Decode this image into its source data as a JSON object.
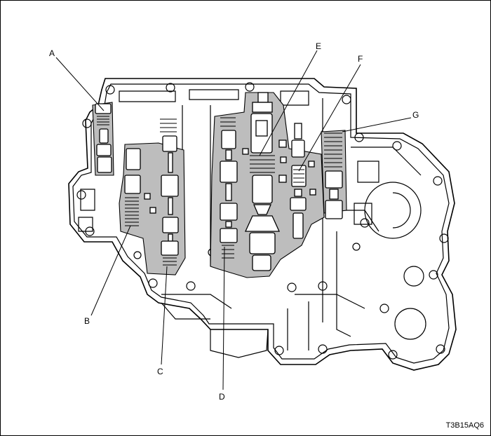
{
  "callouts": {
    "a": "A",
    "b": "B",
    "c": "C",
    "d": "D",
    "e": "E",
    "f": "F",
    "g": "G"
  },
  "figure_code": "T3B15AQ6"
}
